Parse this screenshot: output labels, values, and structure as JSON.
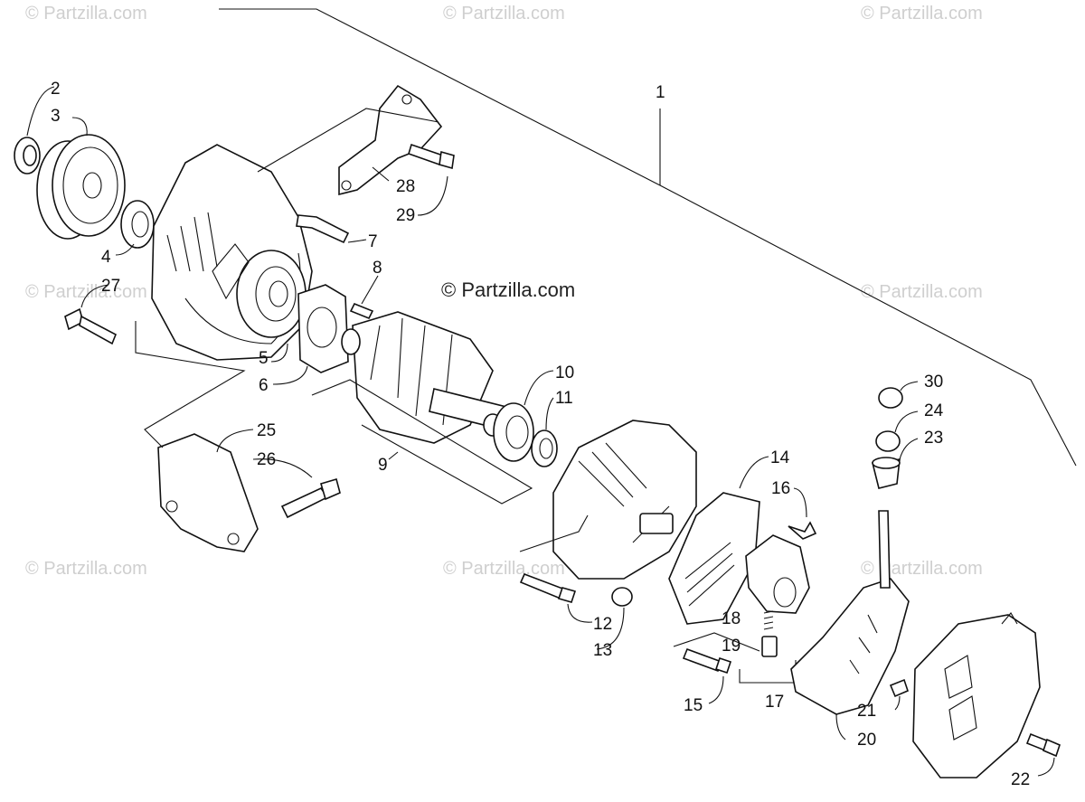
{
  "watermarks": [
    "© Partzilla.com",
    "© Partzilla.com",
    "© Partzilla.com",
    "© Partzilla.com",
    "© Partzilla.com",
    "© Partzilla.com",
    "© Partzilla.com",
    "© Partzilla.com"
  ],
  "center_watermark": "© Partzilla.com",
  "callouts": {
    "c1": "1",
    "c2": "2",
    "c3": "3",
    "c4": "4",
    "c5": "5",
    "c6": "6",
    "c7": "7",
    "c8": "8",
    "c9": "9",
    "c10": "10",
    "c11": "11",
    "c12": "12",
    "c13": "13",
    "c14": "14",
    "c15": "15",
    "c16": "16",
    "c17": "17",
    "c18": "18",
    "c19": "19",
    "c20": "20",
    "c21": "21",
    "c22": "22",
    "c23": "23",
    "c24": "24",
    "c25": "25",
    "c26": "26",
    "c27": "27",
    "c28": "28",
    "c29": "29",
    "c30": "30"
  }
}
